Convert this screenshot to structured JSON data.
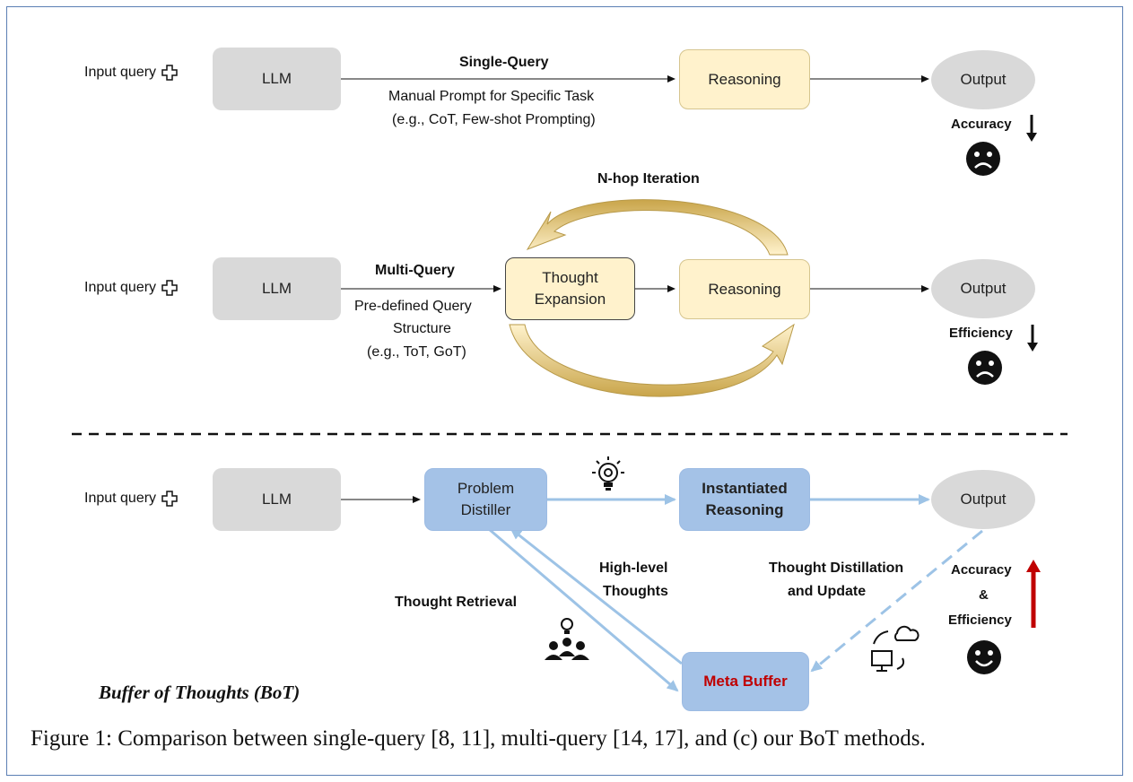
{
  "row1": {
    "input": "Input query",
    "llm": "LLM",
    "edge_title": "Single-Query",
    "edge_line1": "Manual Prompt for Specific Task",
    "edge_line2": "(e.g., CoT, Few-shot  Prompting)",
    "reasoning": "Reasoning",
    "output": "Output",
    "metric": "Accuracy"
  },
  "row2": {
    "input": "Input query",
    "llm": "LLM",
    "edge_title": "Multi-Query",
    "edge_line1": "Pre-defined Query",
    "edge_line2": "Structure",
    "edge_line3": "(e.g., ToT, GoT)",
    "thought_line1": "Thought",
    "thought_line2": "Expansion",
    "reasoning": "Reasoning",
    "output": "Output",
    "loop_label": "N-hop Iteration",
    "metric": "Efficiency"
  },
  "row3": {
    "input": "Input query",
    "llm": "LLM",
    "distiller_line1": "Problem",
    "distiller_line2": "Distiller",
    "inst_line1": "Instantiated",
    "inst_line2": "Reasoning",
    "output": "Output",
    "high_line1": "High-level",
    "high_line2": "Thoughts",
    "retrieval": "Thought Retrieval",
    "distill_line1": "Thought Distillation",
    "distill_line2": "and Update",
    "meta": "Meta Buffer",
    "metric_line1": "Accuracy",
    "metric_line2": "&",
    "metric_line3": "Efficiency"
  },
  "bot_title": "Buffer of Thoughts (BoT)",
  "caption": "Figure 1: Comparison between single-query [8, 11], multi-query [14, 17], and (c) our BoT methods.",
  "colors": {
    "frame": "#5b7fb4",
    "llm_fill": "#d9d9d9",
    "yellow_fill": "#fff2cc",
    "blue_fill": "#a4c2e7",
    "blue_arrow": "#9dc3e6",
    "meta_text": "#c00000",
    "up_arrow": "#c00000"
  },
  "icons": [
    "query-icon",
    "down-arrow-icon",
    "sad-face-icon",
    "loop-arrow-icon",
    "lightbulb-gear-icon",
    "team-idea-icon",
    "cloud-sync-icon",
    "happy-face-icon",
    "up-arrow-icon"
  ]
}
